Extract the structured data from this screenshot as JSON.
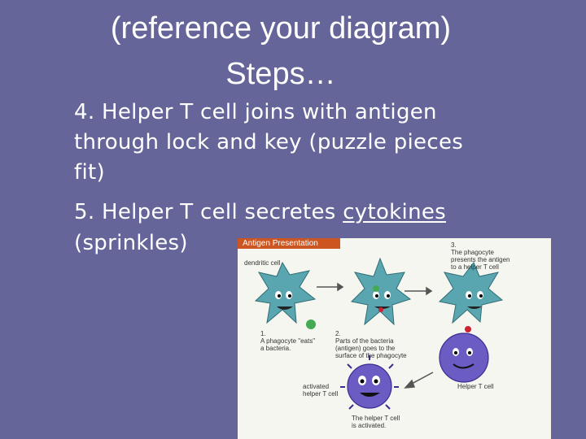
{
  "slide": {
    "title_line1": "(reference your diagram)",
    "title_line2": "Steps…",
    "step4_line1": "4. Helper T cell joins with antigen",
    "step4_line2": "through lock and key (puzzle pieces",
    "step4_line3": "fit)",
    "step5_prefix": "5. Helper T cell secretes ",
    "step5_term": "cytokines",
    "step5_line2": "(sprinkles)"
  },
  "figure": {
    "title": "Antigen Presentation",
    "dendritic_label": "dendritic cell",
    "step1_label": "1.\nA phagocyte \"eats\"\na bacteria.",
    "step2_label": "2.\nParts of the bacteria\n(antigen) goes to the\nsurface of the phagocyte",
    "step3_label": "3.\nThe phagocyte\npresents the antigen\nto a helper T cell",
    "helper_label": "Helper T cell",
    "activated_label": "activated\nhelper T cell",
    "activated_caption": "The helper T cell\nis activated."
  },
  "colors": {
    "background": "#65659a",
    "text": "#ffffff",
    "phagocyte": "#5aa6b0",
    "tcell": "#6b5cc4",
    "figure_title_bg": "#cc5522"
  }
}
